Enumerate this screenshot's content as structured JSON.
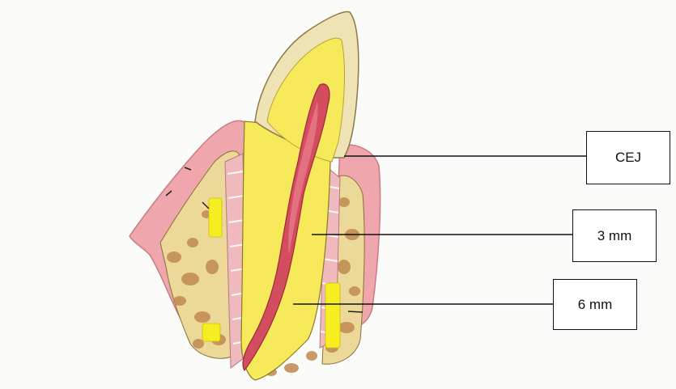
{
  "labels": {
    "cej": "CEJ",
    "three_mm": "3 mm",
    "six_mm": "6 mm"
  },
  "colors": {
    "enamel": "#efe3b6",
    "dentin": "#f6ea5a",
    "pulp": "#d34d5e",
    "gingiva": "#f0a6ad",
    "bone": "#ecd99a",
    "bone_marrow": "#c08a52",
    "ligament": "#efb9bd",
    "marker": "#f7ee22"
  }
}
